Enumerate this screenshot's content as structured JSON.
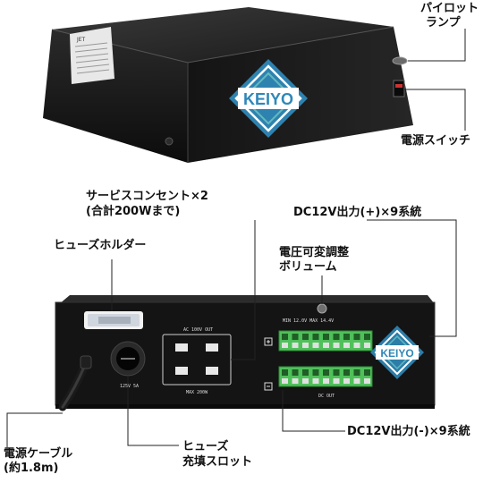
{
  "brand": "KEIYO",
  "labels": {
    "pilot_lamp_1": "パイロット",
    "pilot_lamp_2": "ランプ",
    "power_switch": "電源スイッチ",
    "service_outlet_1": "サービスコンセント×2",
    "service_outlet_2": "(合計200Wまで)",
    "dc_plus": "DC12V出力(+)×9系統",
    "fuse_holder": "ヒューズホルダー",
    "voltage_knob_1": "電圧可変調整",
    "voltage_knob_2": "ボリューム",
    "dc_minus": "DC12V出力(-)×9系統",
    "power_cable_1": "電源ケーブル",
    "power_cable_2": "(約1.8m)",
    "fuse_slot_1": "ヒューズ",
    "fuse_slot_2": "充填スロット"
  },
  "panel_print": {
    "ac_out": "AC 100V OUT",
    "max_200w": "MAX 200W",
    "fuse_rating": "125V 5A",
    "min_max": "MIN  12.0V  MAX 14.4V",
    "dc_out": "DC OUT",
    "sticker_brand": "JET"
  },
  "colors": {
    "chassis": "#101010",
    "logo_blue": "#2f88b8",
    "logo_teal": "#62b9c0",
    "terminal_green": "#4fc05a"
  }
}
